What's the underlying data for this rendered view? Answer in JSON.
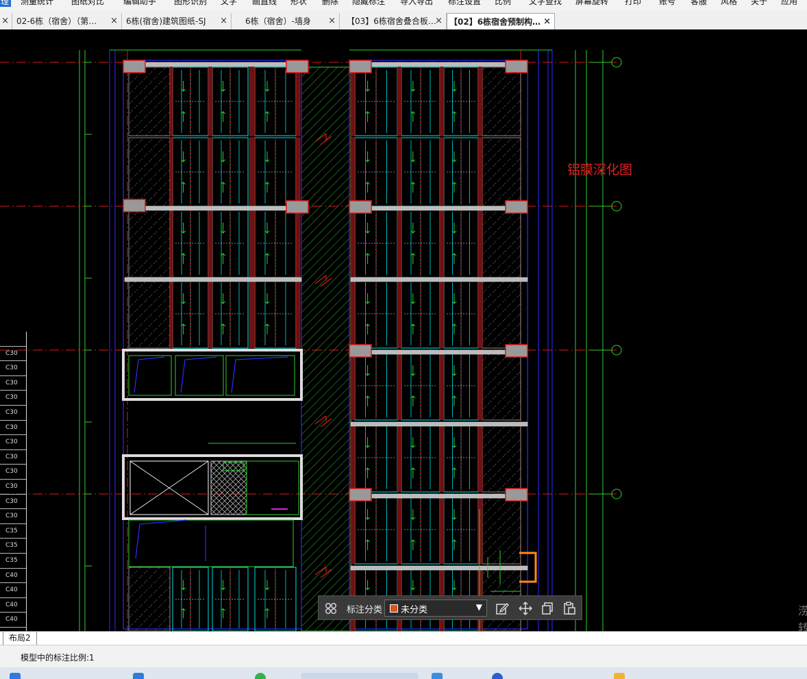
{
  "menu": {
    "items": [
      "理",
      "测量统计",
      "图纸对比",
      "编辑助手",
      "图形识别",
      "文字",
      "画直线",
      "形状",
      "删除",
      "隐藏标注",
      "导入导出",
      "标注设置",
      "比例",
      "文字查找",
      "屏幕旋转",
      "打印",
      "账号",
      "客服",
      "风格",
      "关于",
      "应用"
    ]
  },
  "tabs": [
    {
      "label": "02-6栋（宿舍）（第…",
      "close": "×"
    },
    {
      "label": "6栋(宿舍)建筑图纸-SJ",
      "close": "×"
    },
    {
      "label": "6栋（宿舍）-墙身",
      "close": "×"
    },
    {
      "label": "【03】6栋宿舍叠合板…",
      "close": "×"
    },
    {
      "label": "【02】6栋宿舍预制构…",
      "close": "×"
    }
  ],
  "drawing": {
    "annotation_text": "铝膜深化图",
    "left_column_labels": [
      "",
      "C30",
      "C30",
      "C30",
      "C30",
      "C30",
      "C30",
      "C30",
      "C30",
      "C30",
      "C30",
      "C30",
      "C30",
      "C35",
      "C35",
      "C35",
      "C40",
      "C40",
      "C40",
      "C40"
    ],
    "right_edge_text": [
      "涝",
      "转"
    ]
  },
  "float_toolbar": {
    "category_label": "标注分类",
    "selected_category": "未分类",
    "selected_color": "#e0501a",
    "icons": [
      "grid-icon",
      "edit-icon",
      "move-icon",
      "copy-icon",
      "paste-icon"
    ]
  },
  "layout_tab": "布局2",
  "status": {
    "scale_text": "模型中的标注比例:1"
  }
}
